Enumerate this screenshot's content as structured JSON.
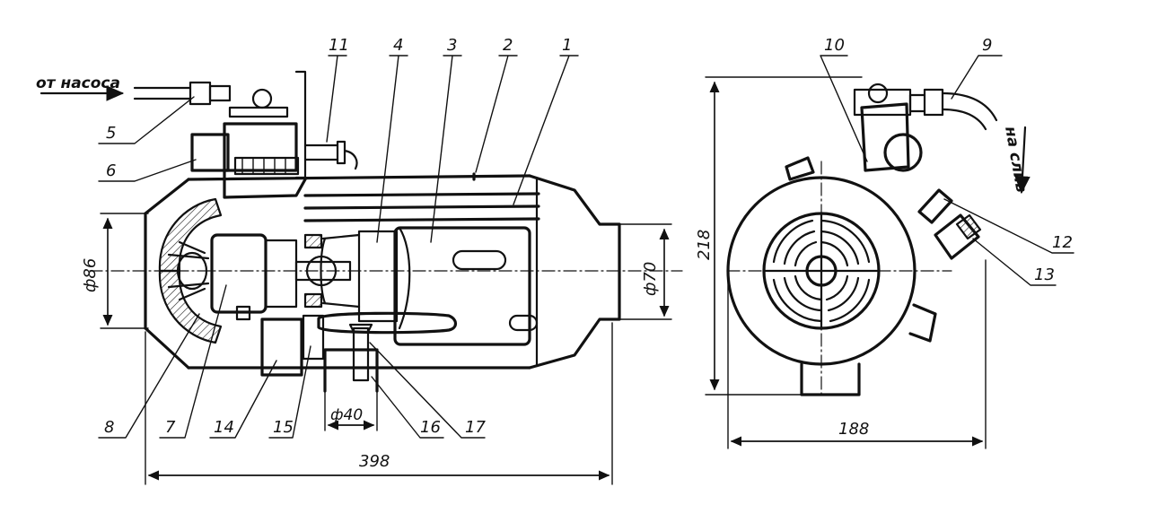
{
  "labels": {
    "inlet": "от насоса",
    "outlet": "на слив",
    "part_numbers": [
      "1",
      "2",
      "3",
      "4",
      "5",
      "6",
      "7",
      "8",
      "9",
      "10",
      "11",
      "12",
      "13",
      "14",
      "15",
      "16",
      "17"
    ]
  },
  "dimensions": {
    "length": "398",
    "dia_inlet": "ф86",
    "dia_outlet": "ф70",
    "dia_pipe": "ф40",
    "height": "218",
    "width": "188"
  }
}
